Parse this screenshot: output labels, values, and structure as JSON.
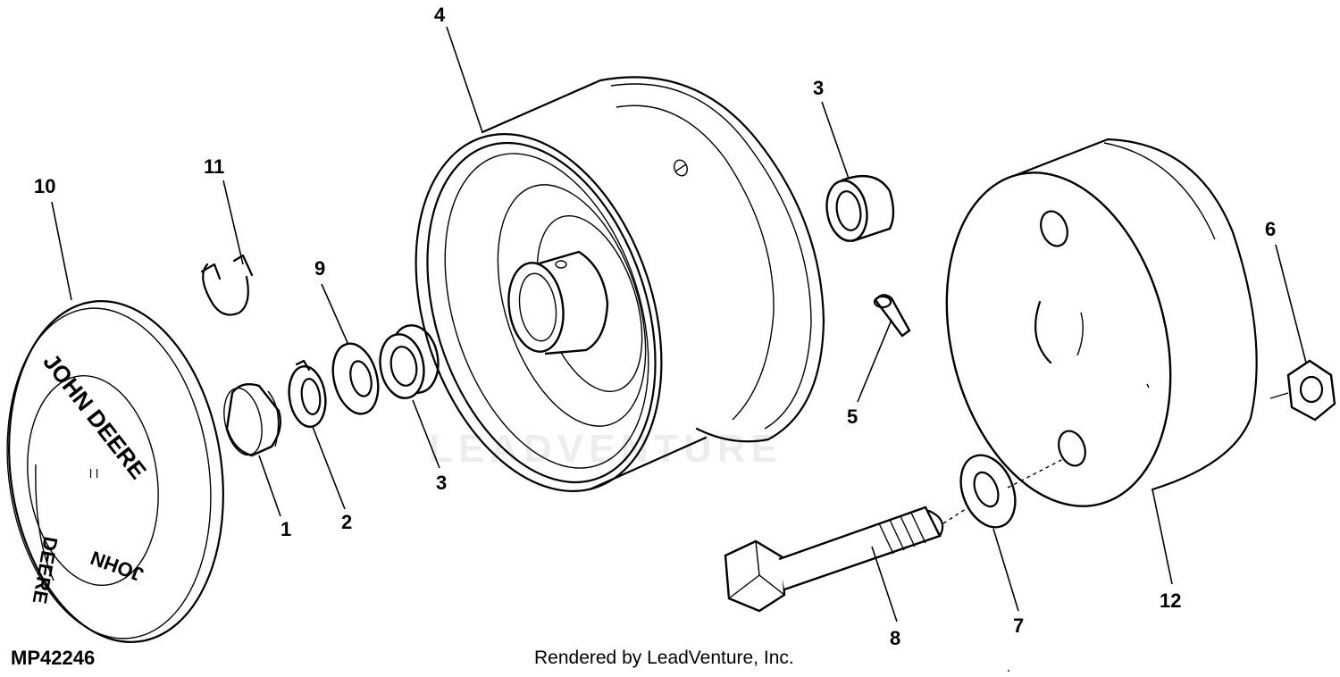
{
  "diagram": {
    "code": "MP42246",
    "credit": "Rendered by LeadVenture, Inc.",
    "watermark": "LEADVENTURE",
    "cap_text": {
      "top": "JOHN DEERE",
      "bottom_left": "DEERE",
      "bottom_right": "JOHN",
      "center": "l l"
    },
    "callouts": {
      "c1": "1",
      "c2": "2",
      "c3a": "3",
      "c3b": "3",
      "c4": "4",
      "c5": "5",
      "c6": "6",
      "c7": "7",
      "c8": "8",
      "c9": "9",
      "c10": "10",
      "c11": "11",
      "c12": "12"
    }
  }
}
